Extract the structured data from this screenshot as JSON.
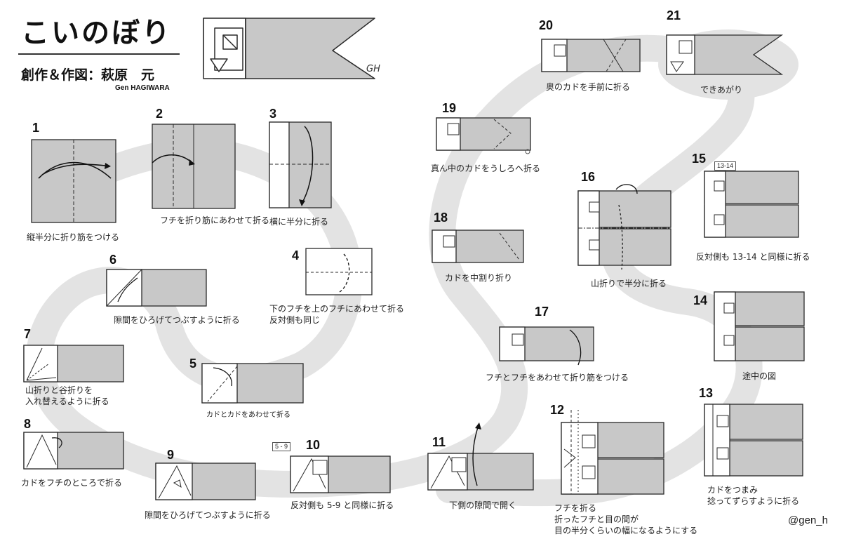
{
  "header": {
    "title": "こいのぼり",
    "credit": "創作＆作図：萩原　元",
    "credit_en": "Gen HAGIWARA",
    "signature": "GH"
  },
  "footer": {
    "handle": "@gen_h"
  },
  "colors": {
    "paper": "#c8c8c8",
    "path": "#e3e3e3",
    "line": "#2a2a2a",
    "background": "#ffffff"
  },
  "steps": [
    {
      "number": "1",
      "caption": "縦半分に折り筋をつける"
    },
    {
      "number": "2",
      "caption": "フチを折り筋にあわせて折る"
    },
    {
      "number": "3",
      "caption": "横に半分に折る"
    },
    {
      "number": "4",
      "caption": "下のフチを上のフチにあわせて折る\n反対側も同じ"
    },
    {
      "number": "5",
      "caption": "カドとカドをあわせて折る"
    },
    {
      "number": "6",
      "caption": "隙間をひろげてつぶすように折る"
    },
    {
      "number": "7",
      "caption": "山折りと谷折りを\n入れ替えるように折る"
    },
    {
      "number": "8",
      "caption": "カドをフチのところで折る"
    },
    {
      "number": "9",
      "caption": "隙間をひろげてつぶすように折る"
    },
    {
      "number": "10",
      "caption": "反対側も 5-9 と同様に折る",
      "tag": "5 - 9"
    },
    {
      "number": "11",
      "caption": "下側の隙間で開く"
    },
    {
      "number": "12",
      "caption": "フチを折る\n折ったフチと目の間が\n目の半分くらいの幅になるようにする"
    },
    {
      "number": "13",
      "caption": "カドをつまみ\n捻ってずらすように折る"
    },
    {
      "number": "14",
      "caption": "途中の図"
    },
    {
      "number": "15",
      "caption": "反対側も 13-14 と同様に折る",
      "tag": "13-14"
    },
    {
      "number": "16",
      "caption": "山折りで半分に折る"
    },
    {
      "number": "17",
      "caption": "フチとフチをあわせて折り筋をつける"
    },
    {
      "number": "18",
      "caption": "カドを中割り折り"
    },
    {
      "number": "19",
      "caption": "真ん中のカドをうしろへ折る"
    },
    {
      "number": "20",
      "caption": "奥のカドを手前に折る"
    },
    {
      "number": "21",
      "caption": "できあがり"
    }
  ]
}
